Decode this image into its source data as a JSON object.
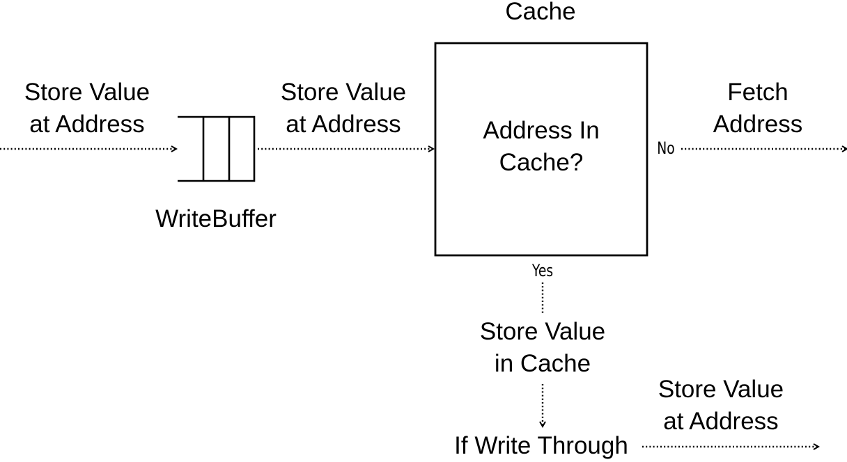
{
  "diagram": {
    "cache_title": "Cache",
    "input_label": [
      "Store Value",
      "at Address"
    ],
    "buffer_to_cache_label": [
      "Store Value",
      "at Address"
    ],
    "write_buffer_label": "WriteBuffer",
    "decision_text": [
      "Address In",
      "Cache?"
    ],
    "no_label": "No",
    "yes_label": "Yes",
    "fetch_label": [
      "Fetch",
      "Address"
    ],
    "store_in_cache": [
      "Store Value",
      "in Cache"
    ],
    "write_through": "If Write Through",
    "output_label": [
      "Store Value",
      "at Address"
    ]
  }
}
